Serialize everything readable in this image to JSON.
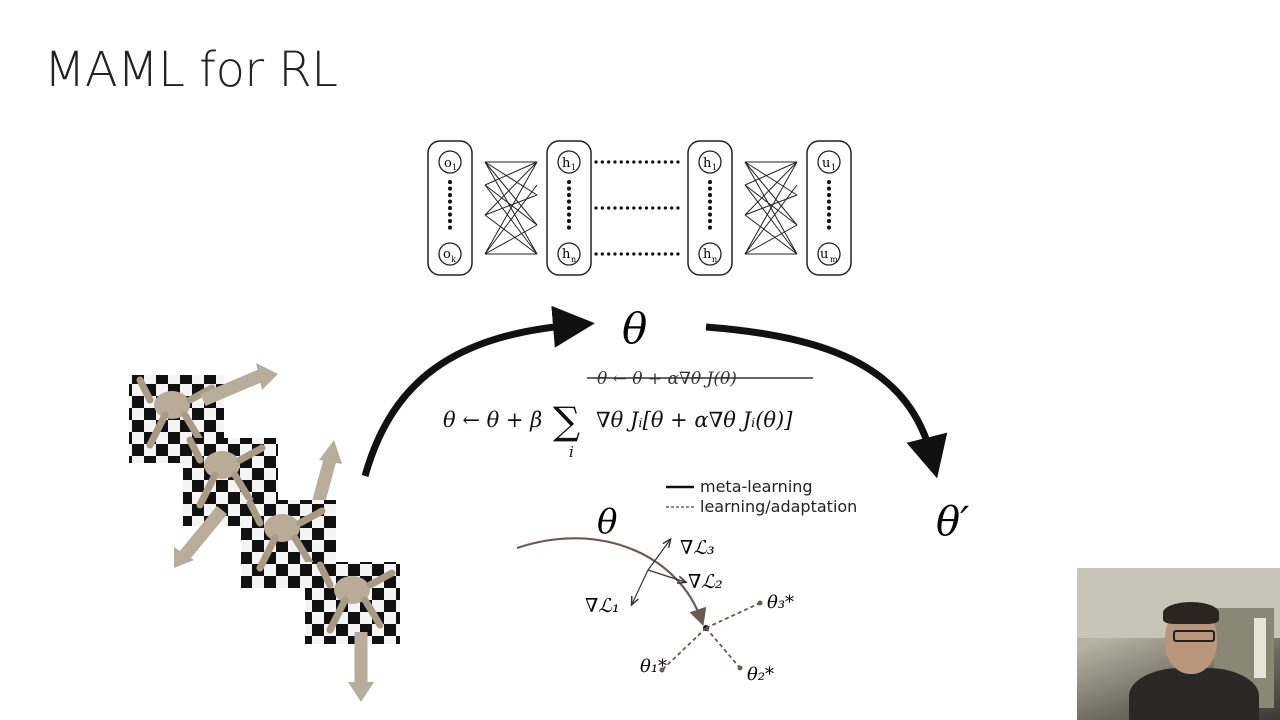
{
  "slide": {
    "title": "MAML for RL"
  },
  "network": {
    "input_top": "o",
    "input_top_sub": "1",
    "input_bottom": "o",
    "input_bottom_sub": "k",
    "hidden_top": "h",
    "hidden_top_sub": "1",
    "hidden_bottom": "h",
    "hidden_bottom_sub": "n",
    "output_top": "u",
    "output_top_sub": "1",
    "output_bottom": "u",
    "output_bottom_sub": "m"
  },
  "cycle": {
    "theta_label": "θ",
    "theta_prime_label": "θ′",
    "struck_equation": "θ ← θ + α∇θ J(θ)",
    "update_left": "θ ← θ + β",
    "update_sum": "∑",
    "update_sum_index": "i",
    "update_right": "∇θ Jᵢ[θ + α∇θ Jᵢ(θ)]"
  },
  "maml_figure": {
    "theta_label": "θ",
    "legend_solid": "meta-learning",
    "legend_dashed": "learning/adaptation",
    "grad_L1": "∇ℒ₁",
    "grad_L2": "∇ℒ₂",
    "grad_L3": "∇ℒ₃",
    "theta_star_1": "θ₁*",
    "theta_star_2": "θ₂*",
    "theta_star_3": "θ₃*"
  },
  "colors": {
    "arrow_tan": "#b8ad9c",
    "ink": "#111111",
    "curve_brown": "#6b5a52"
  }
}
